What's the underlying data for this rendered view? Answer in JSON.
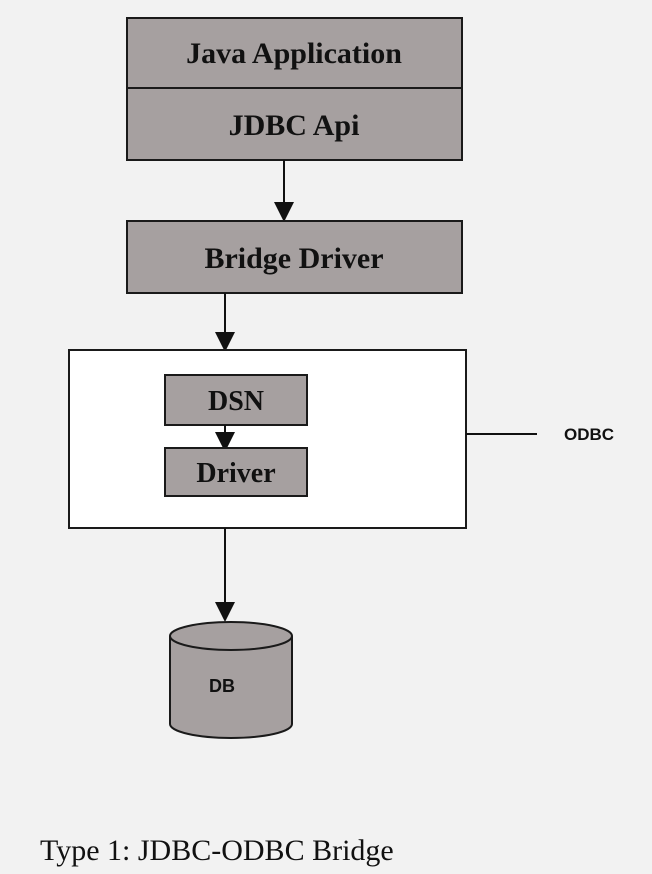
{
  "diagram": {
    "java_application": "Java Application",
    "jdbc_api": "JDBC Api",
    "bridge_driver": "Bridge Driver",
    "dsn": "DSN",
    "driver": "Driver",
    "odbc_label": "ODBC",
    "db_label": "DB",
    "caption": "Type 1: JDBC-ODBC Bridge"
  },
  "colors": {
    "box_fill": "#a6a0a0",
    "background": "#f2f2f2",
    "container_fill": "#ffffff",
    "stroke": "#1a1a1a"
  }
}
